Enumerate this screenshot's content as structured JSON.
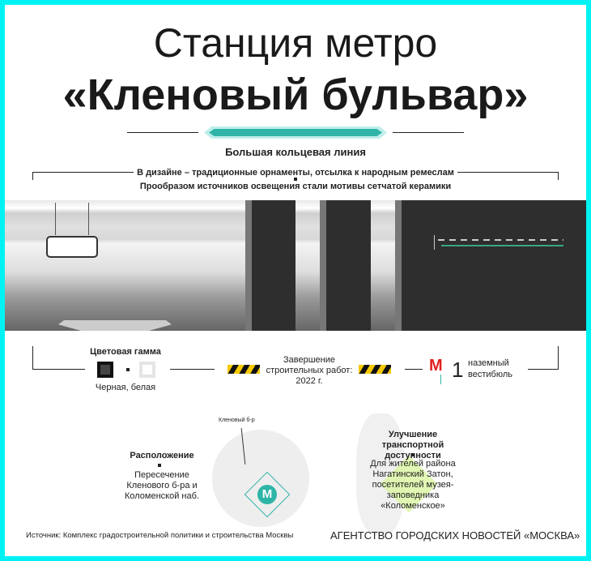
{
  "title": {
    "line1": "Станция метро",
    "line2": "«Кленовый бульвар»"
  },
  "metro_line": "Большая кольцевая линия",
  "design": {
    "note1": "В дизайне – традиционные орнаменты, отсылка к народным ремеслам",
    "note2": "Прообразом источников освещения стали мотивы сетчатой керамики"
  },
  "colors": {
    "title": "Цветовая гамма",
    "value": "Черная, белая",
    "accent": "#2fb5a8",
    "border": "#00f2f2"
  },
  "completion": {
    "label": "Завершение строительных работ:",
    "year": "2022 г."
  },
  "vestibule": {
    "count": "1",
    "label": "наземный вестибюль"
  },
  "location": {
    "title": "Расположение",
    "text": "Пересечение Кленового б-ра и Коломенской наб.",
    "map_label": "Кленовый б-р",
    "metro_letter": "М"
  },
  "transport": {
    "title": "Улучшение транспортной доступности",
    "text": "Для жителей района Нагатинский Затон, посетителей музея-заповедника «Коломенское»"
  },
  "footer": {
    "source": "Источник: Комплекс градостроительной политики и строительства Москвы",
    "agency": "АГЕНТСТВО ГОРОДСКИХ НОВОСТЕЙ «МОСКВА»"
  }
}
